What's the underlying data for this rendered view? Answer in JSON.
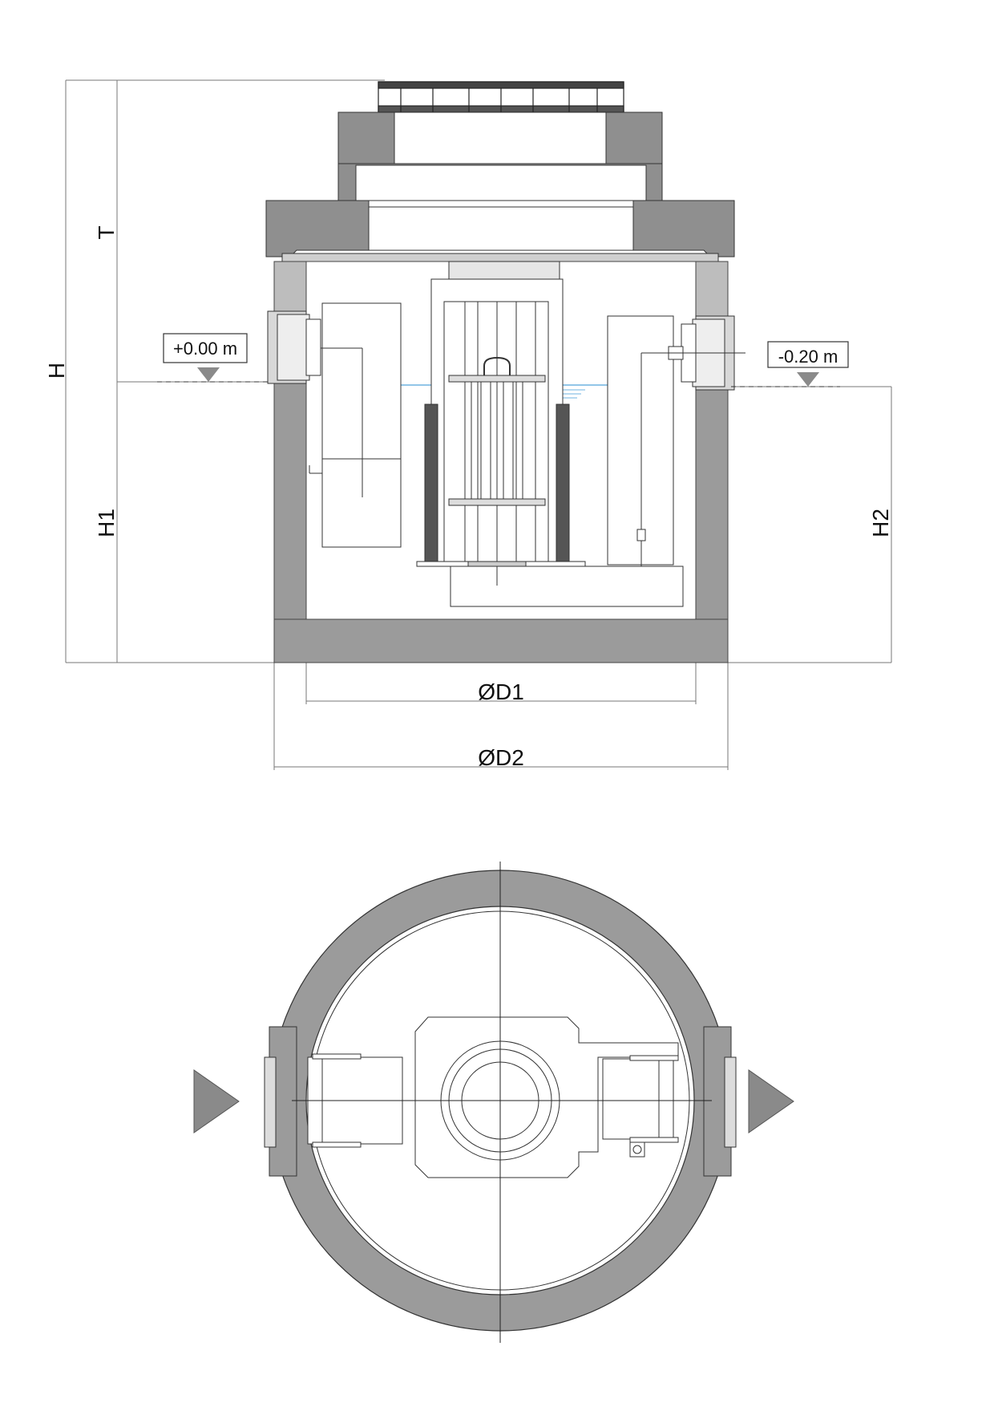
{
  "dimensions": {
    "total_height": "H",
    "cover_depth": "T",
    "inlet_height": "H1",
    "outlet_height": "H2",
    "inner_diameter": "ØD1",
    "outer_diameter": "ØD2"
  },
  "levels": {
    "inlet": "+0.00 m",
    "outlet": "-0.20 m"
  },
  "colors": {
    "concrete": "#9b9b9b",
    "concrete_dark": "#8a8a8a",
    "water_line": "#6fb3e0",
    "line": "#222222",
    "dim_line": "#555555"
  }
}
